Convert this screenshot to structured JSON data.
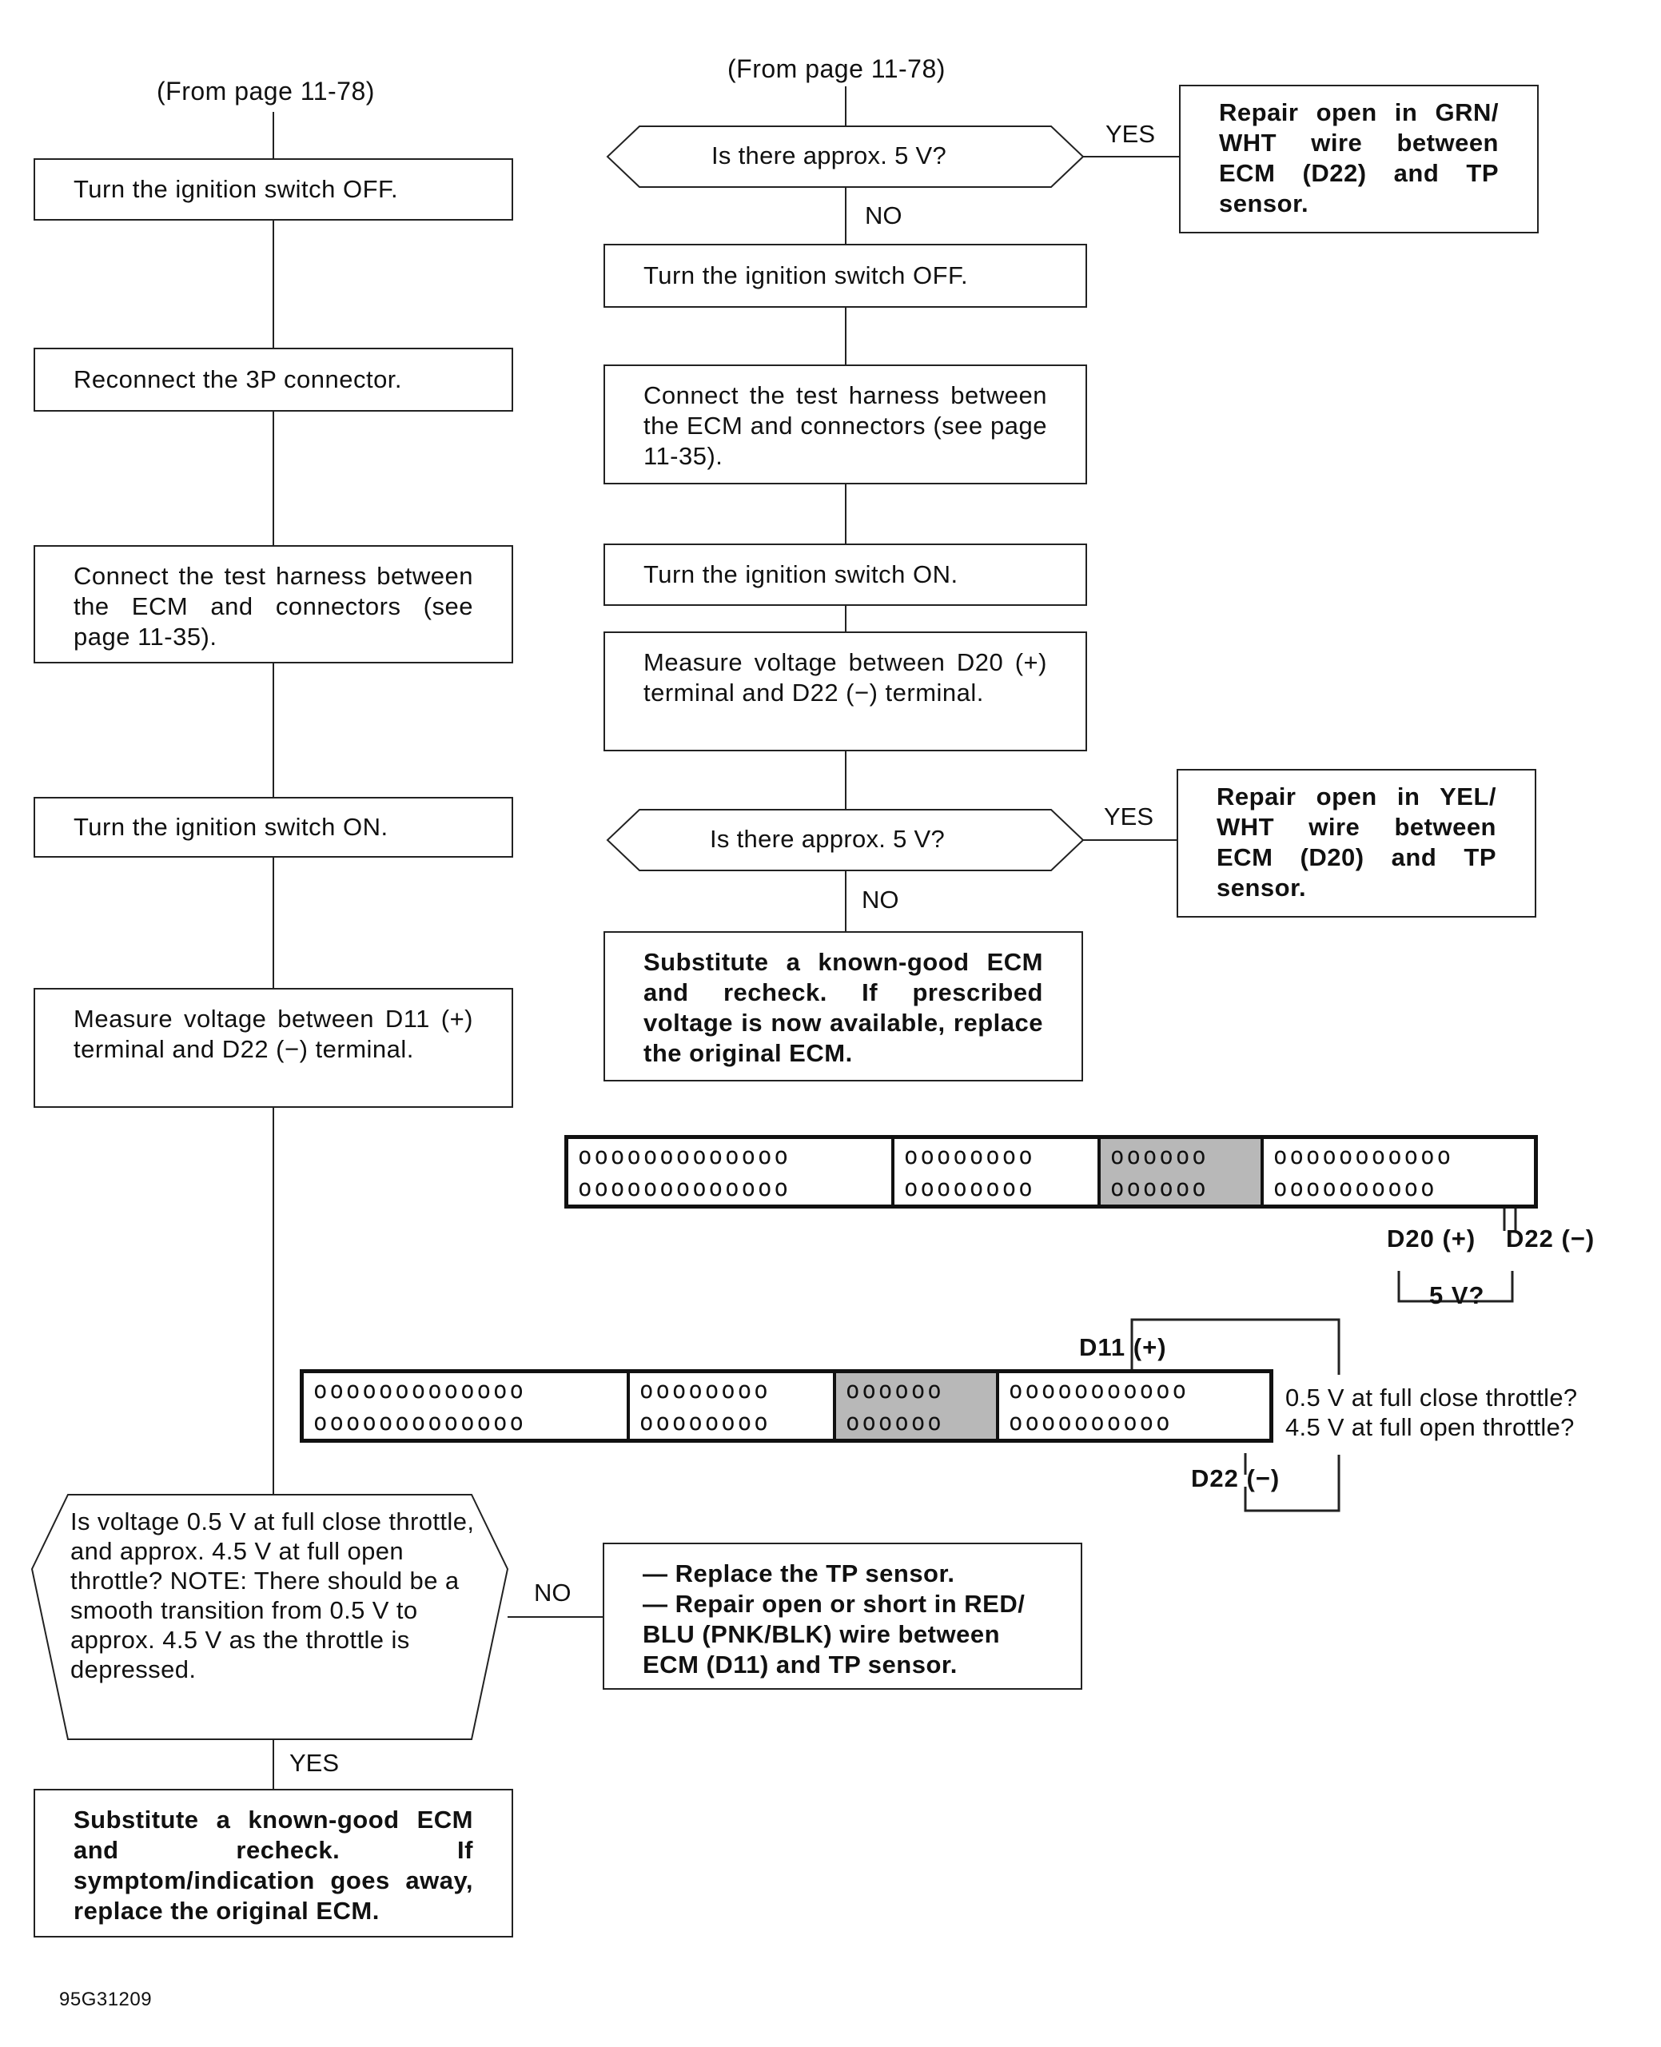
{
  "left": {
    "from": "(From page 11-78)",
    "step1": "Turn the ignition switch OFF.",
    "step2": "Reconnect the 3P connector.",
    "step3": "Connect the test harness between the ECM and connectors (see page 11-35).",
    "step4": "Turn the ignition switch ON.",
    "step5": "Measure voltage between D11 (+) terminal and D22 (−) terminal.",
    "decision": "Is voltage 0.5 V at full close throttle, and approx. 4.5 V at full open throttle? NOTE: There should be a smooth transition from 0.5 V to approx. 4.5 V as the throttle is depressed.",
    "no_label": "NO",
    "no_result": "— Replace the TP sensor.\n— Repair open or short in RED/ BLU (PNK/BLK) wire between ECM (D11) and TP sensor.",
    "yes_label": "YES",
    "yes_result": "Substitute a known-good ECM and recheck. If symptom/indication goes away, replace the original ECM."
  },
  "right": {
    "from": "(From page 11-78)",
    "decision1": "Is there approx. 5 V?",
    "yes1_label": "YES",
    "yes1_result": "Repair open in GRN/ WHT wire between ECM (D22) and TP sensor.",
    "no1_label": "NO",
    "step1": "Turn the ignition switch OFF.",
    "step2": "Connect the test harness between the ECM and connectors (see page 11-35).",
    "step3": "Turn the ignition switch ON.",
    "step4": "Measure voltage between D20 (+) terminal and D22 (−) terminal.",
    "decision2": "Is there approx. 5 V?",
    "yes2_label": "YES",
    "yes2_result": "Repair open in YEL/ WHT wire between ECM (D20) and TP sensor.",
    "no2_label": "NO",
    "final": "Substitute a known-good ECM and recheck. If prescribed voltage is now available, replace the original ECM."
  },
  "connector_top": {
    "pins_d20": "D20 (+)",
    "pins_d22": "D22 (−)",
    "question": "5 V?"
  },
  "connector_bottom": {
    "pin_d11": "D11 (+)",
    "pin_d22": "D22 (−)",
    "question_line1": "0.5 V at full close throttle?",
    "question_line2": "4.5 V at full open throttle?"
  },
  "figure_id": "95G31209",
  "colors": {
    "line": "#222222",
    "shade": "#b8b8b8"
  }
}
